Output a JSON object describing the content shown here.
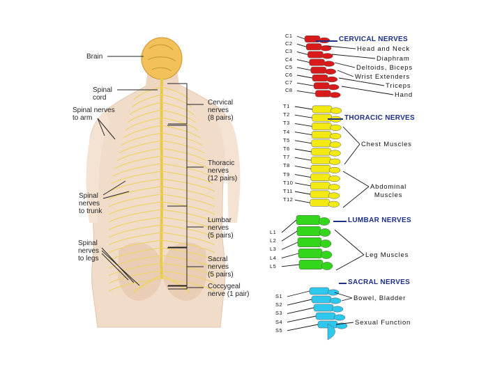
{
  "left_figure": {
    "labels": {
      "brain": "Brain",
      "spinal_cord": "Spinal\ncord",
      "nerves_arm": "Spinal nerves\nto arm",
      "nerves_trunk": "Spinal\nnerves\nto trunk",
      "nerves_legs": "Spinal\nnerves\nto legs",
      "cervical": "Cervical\nnerves\n(8 pairs)",
      "thoracic": "Thoracic\nnerves\n(12 pairs)",
      "lumbar": "Lumbar\nnerves\n(5 pairs)",
      "sacral": "Sacral\nnerves\n(5 pairs)",
      "coccygeal": "Coccygeal\nnerve (1 pair)"
    }
  },
  "right_figure": {
    "sections": {
      "cervical": "CERVICAL NERVES",
      "thoracic": "THORACIC NERVES",
      "lumbar": "LUMBAR NERVES",
      "sacral": "SACRAL NERVES"
    },
    "cervical_segments": [
      "C1",
      "C2",
      "C3",
      "C4",
      "C5",
      "C6",
      "C7",
      "C8"
    ],
    "thoracic_segments": [
      "T1",
      "T2",
      "T3",
      "T4",
      "T5",
      "T6",
      "T7",
      "T8",
      "T9",
      "T10",
      "T11",
      "T12"
    ],
    "lumbar_segments": [
      "L1",
      "L2",
      "L3",
      "L4",
      "L5"
    ],
    "sacral_segments": [
      "S1",
      "S2",
      "S3",
      "S4",
      "S5"
    ],
    "functions": {
      "head_neck": "Head and Neck",
      "diaphragm": "Diaphram",
      "deltoids_biceps": "Deltoids, Biceps",
      "wrist": "Wrist Extenders",
      "triceps": "Triceps",
      "hand": "Hand",
      "chest": "Chest Muscles",
      "abdominal": "Abdominal\nMuscles",
      "leg": "Leg Muscles",
      "bowel": "Bowel, Bladder",
      "sexual": "Sexual Function"
    },
    "colors": {
      "cervical": "#d91a1a",
      "thoracic": "#f2ea12",
      "lumbar": "#33d61a",
      "sacral": "#2ec8ee",
      "heading": "#1b2f86"
    }
  }
}
